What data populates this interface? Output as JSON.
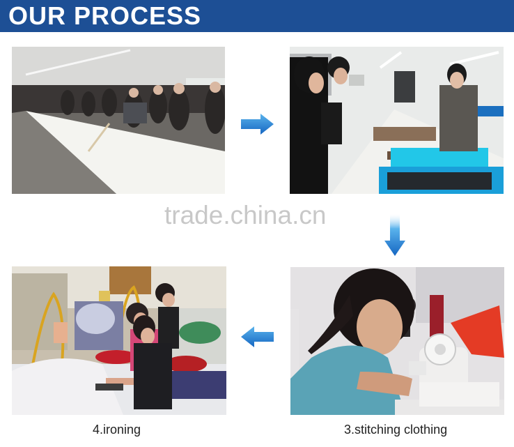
{
  "header": {
    "title": "OUR PROCESS",
    "color": "#1d4f95"
  },
  "watermark": "trade.china.cn",
  "steps": [
    {
      "caption": "",
      "photo": "cutting-table-photo"
    },
    {
      "caption": "",
      "photo": "pattern-marking-photo"
    },
    {
      "caption": "3.stitching clothing",
      "photo": "sewing-machine-photo"
    },
    {
      "caption": "4.ironing",
      "photo": "ironing-photo"
    }
  ],
  "arrows": [
    "arrow-right-icon",
    "arrow-down-icon",
    "arrow-left-icon"
  ],
  "accent": "#2a7fd4"
}
